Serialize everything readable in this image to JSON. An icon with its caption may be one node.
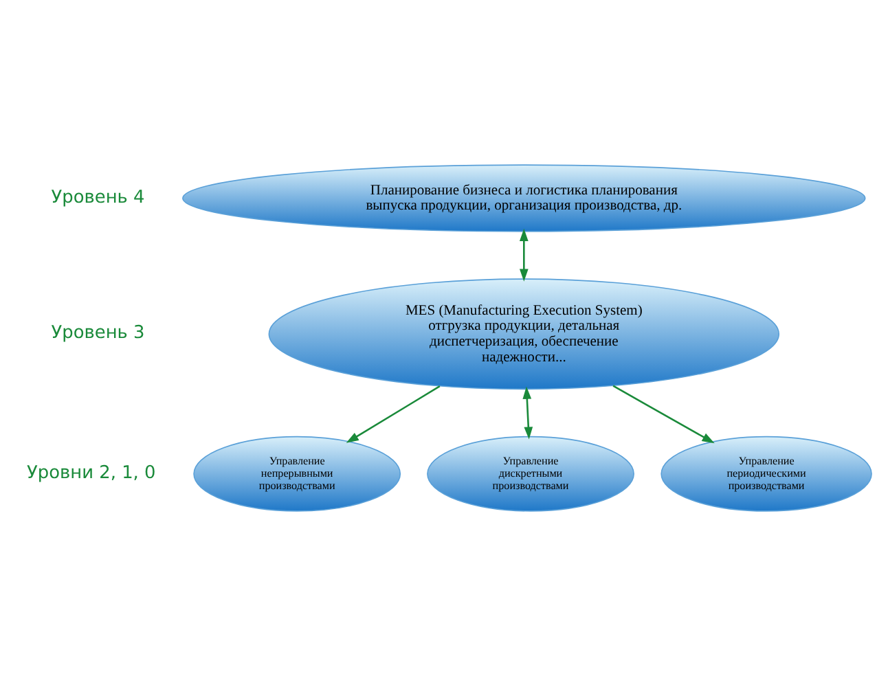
{
  "diagram": {
    "nodes": [
      {
        "text": [
          "Планирование бизнеса и логистика планирования выпуска продукции, организация производства, др."
        ]
      },
      {
        "text": [
          "MES (Manufacturing Execution System) отгрузка продукции, детальная диспетчеризация, обеспечение надежности..."
        ]
      },
      {
        "text": [
          "Управление непрерывными производствами"
        ]
      },
      {
        "text": [
          "Управление дискретными производствами"
        ]
      },
      {
        "text": [
          "Управление периодическими производствами"
        ]
      }
    ],
    "edges": [
      {
        "from": 0,
        "to": 1,
        "arrow": "both"
      },
      {
        "from": 1,
        "to": 2,
        "arrow": "to"
      },
      {
        "from": 1,
        "to": 3,
        "arrow": "both"
      },
      {
        "from": 1,
        "to": 4,
        "arrow": "to"
      }
    ],
    "labels": [
      "Уровень 4",
      "Уровень 3",
      "Уровни 2, 1, 0"
    ]
  }
}
